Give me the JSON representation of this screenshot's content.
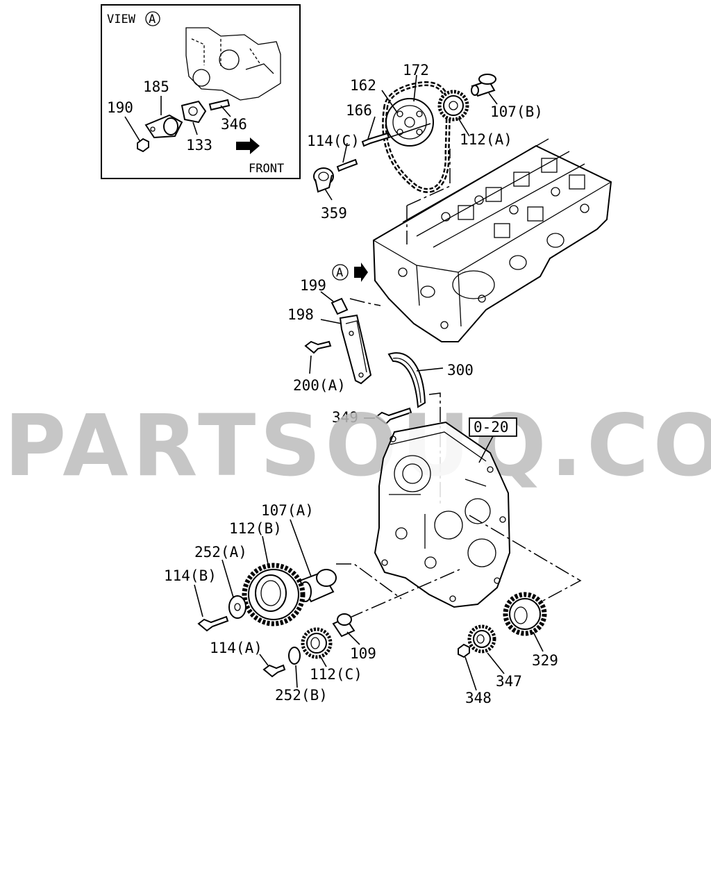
{
  "view": {
    "title": "VIEW",
    "marker": "A",
    "front_label": "FRONT"
  },
  "labels": {
    "l172": "172",
    "l162": "162",
    "l166": "166",
    "l107b": "107(B)",
    "l112a": "112(A)",
    "l114c": "114(C)",
    "l359": "359",
    "l185": "185",
    "l190": "190",
    "l133": "133",
    "l346": "346",
    "lA_marker": "A",
    "l199": "199",
    "l198": "198",
    "l200a": "200(A)",
    "l300": "300",
    "l349": "349",
    "l020": "0-20",
    "l107a": "107(A)",
    "l112b": "112(B)",
    "l252a": "252(A)",
    "l114b": "114(B)",
    "l114a": "114(A)",
    "l252b": "252(B)",
    "l112c": "112(C)",
    "l109": "109",
    "l329": "329",
    "l347": "347",
    "l348": "348"
  },
  "watermark": "PARTSOUQ.COM"
}
